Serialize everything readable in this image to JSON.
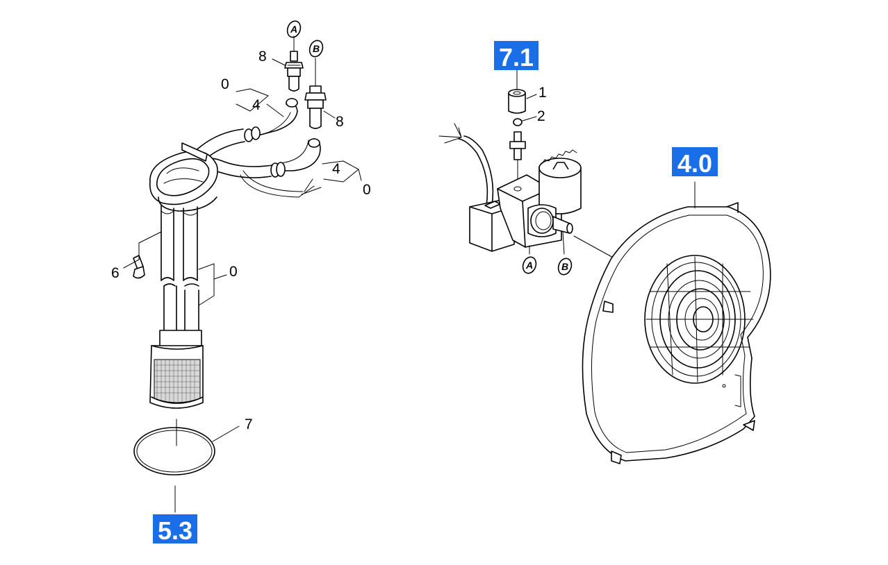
{
  "accent_color": "#1a6fe8",
  "section_badges": {
    "filter_assembly": "5.3",
    "solenoid_valve": "7.1",
    "fan_housing": "4.0"
  },
  "connection_markers": {
    "a": "A",
    "b": "B"
  },
  "part_numbers": {
    "cap_nut": "1",
    "washer": "2",
    "hose_pair_top": "4",
    "hose_pair_right": "4",
    "bundle_top": "0",
    "bundle_right": "0",
    "bundle_vertical": "0",
    "clamp": "6",
    "o_ring": "7",
    "fitting_a": "8",
    "fitting_b": "8"
  }
}
